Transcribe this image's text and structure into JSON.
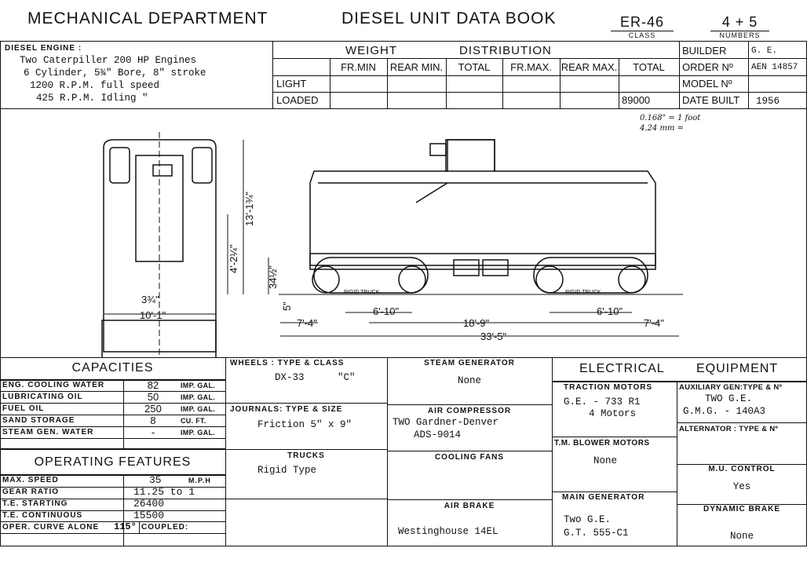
{
  "header": {
    "department": "MECHANICAL  DEPARTMENT",
    "book_title": "DIESEL UNIT DATA BOOK",
    "class_value": "ER-46",
    "class_label": "CLASS",
    "numbers_value": "4 + 5",
    "numbers_label": "NUMBERS"
  },
  "diesel_engine": {
    "label": "DIESEL  ENGINE :",
    "lines": [
      "Two Caterpiller 200 HP Engines",
      "6 Cylinder, 5¾\" Bore, 8\" stroke",
      "1200 R.P.M. full speed",
      "425 R.P.M. Idling  \""
    ]
  },
  "weight_distribution": {
    "title_1": "WEIGHT",
    "title_2": "DISTRIBUTION",
    "columns": [
      "FR.MIN",
      "REAR MIN.",
      "TOTAL",
      "FR.MAX.",
      "REAR MAX.",
      "TOTAL"
    ],
    "rows": [
      {
        "label": "LIGHT",
        "values": [
          "",
          "",
          "",
          "",
          "",
          ""
        ]
      },
      {
        "label": "LOADED",
        "values": [
          "",
          "",
          "",
          "",
          "",
          "89000"
        ]
      }
    ]
  },
  "builder_info": [
    {
      "label": "BUILDER",
      "value": "G. E."
    },
    {
      "label": "ORDER Nº",
      "value": "AEN 14857"
    },
    {
      "label": "MODEL Nº",
      "value": ""
    },
    {
      "label": "DATE  BUILT",
      "value": "1956"
    }
  ],
  "drawing": {
    "scale_note_1": "0.168\" = 1 foot",
    "scale_note_2": "4.24 mm =",
    "dims": {
      "front_width": "10'-1\"",
      "height": "13'-1¾\"",
      "deck_height": "4'-2¼\"",
      "coupler_height": "34½\"",
      "rail_gap": "3¾\"",
      "pilot_clearance": "5\"",
      "overhang_front": "7'-4\"",
      "wheelbase_front": "6'-10\"",
      "truck_centers": "18'-9\"",
      "wheelbase_rear": "6'-10\"",
      "overhang_rear": "7'-4\"",
      "overall_length": "33'-5\""
    },
    "truck_label": "RIGID  TRUCK"
  },
  "capacities": {
    "title": "CAPACITIES",
    "rows": [
      {
        "label": "ENG. COOLING WATER",
        "value": "82",
        "unit": "IMP. GAL."
      },
      {
        "label": "LUBRICATING   OIL",
        "value": "50",
        "unit": "IMP. GAL."
      },
      {
        "label": "FUEL  OIL",
        "value": "250",
        "unit": "IMP. GAL."
      },
      {
        "label": "SAND   STORAGE",
        "value": "8",
        "unit": "CU. FT."
      },
      {
        "label": "STEAM   GEN.  WATER",
        "value": "-",
        "unit": "IMP. GAL."
      }
    ]
  },
  "operating_features": {
    "title": "OPERATING   FEATURES",
    "rows": [
      {
        "label": "MAX.     SPEED",
        "value": "35",
        "unit": "M.P.H"
      },
      {
        "label": "GEAR     RATIO",
        "value": "11.25 to 1",
        "unit": ""
      },
      {
        "label": "T.E.      STARTING",
        "value": "26400",
        "unit": ""
      },
      {
        "label": "T.E.      CONTINUOUS",
        "value": "15500",
        "unit": ""
      }
    ],
    "curve_label": "OPER.  CURVE   ALONE",
    "curve_value": "115°",
    "coupled_label": "COUPLED:"
  },
  "running_gear": {
    "wheels_label": "WHEELS :  TYPE   &   CLASS",
    "wheels_type": "DX-33",
    "wheels_class": "\"C\"",
    "journals_label": "JOURNALS: TYPE  &  SIZE",
    "journals_value": "Friction  5\" x 9\"",
    "trucks_label": "TRUCKS",
    "trucks_value": "Rigid Type"
  },
  "auxiliaries": {
    "steam_gen_label": "STEAM   GENERATOR",
    "steam_gen_value": "None",
    "air_comp_label": "AIR   COMPRESSOR",
    "air_comp_value_1": "TWO Gardner-Denver",
    "air_comp_value_2": "ADS-9014",
    "cooling_fans_label": "COOLING   FANS",
    "air_brake_label": "AIR   BRAKE",
    "air_brake_value": "Westinghouse 14EL"
  },
  "electrical": {
    "title_1": "ELECTRICAL",
    "title_2": "EQUIPMENT",
    "traction_label": "TRACTION  MOTORS",
    "traction_value_1": "G.E.  -  733 R1",
    "traction_value_2": "4 Motors",
    "blower_label": "T.M. BLOWER  MOTORS",
    "blower_value": "None",
    "main_gen_label": "MAIN  GENERATOR",
    "main_gen_value_1": "Two G.E.",
    "main_gen_value_2": "G.T. 555-C1",
    "aux_gen_label": "AUXILIARY GEN:TYPE & Nº",
    "aux_gen_value_1": "TWO G.E.",
    "aux_gen_value_2": "G.M.G. - 140A3",
    "alternator_label": "ALTERNATOR : TYPE & Nº",
    "mu_label": "M.U.  CONTROL",
    "mu_value": "Yes",
    "dyn_brake_label": "DYNAMIC   BRAKE",
    "dyn_brake_value": "None"
  }
}
